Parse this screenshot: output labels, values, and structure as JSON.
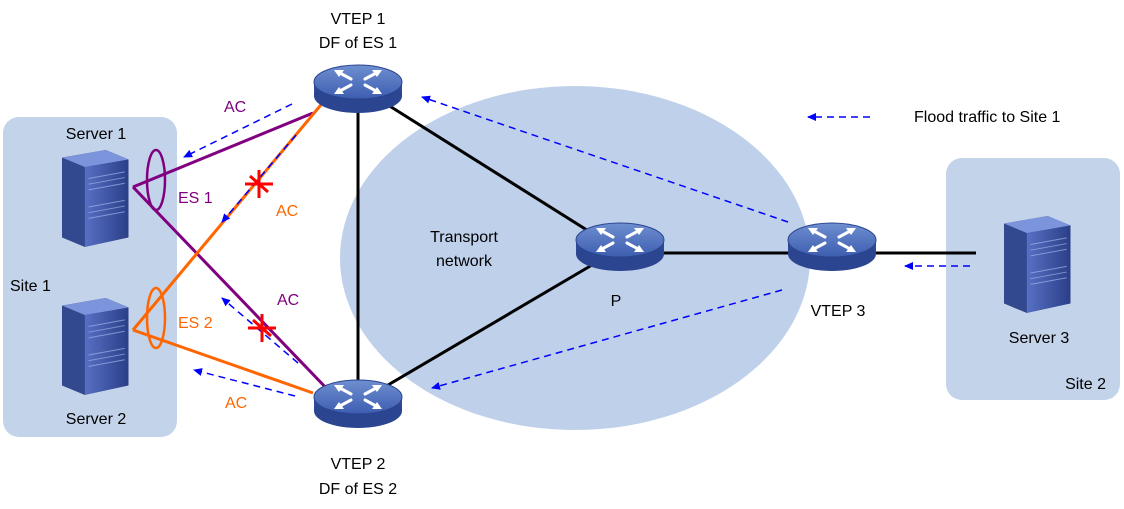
{
  "colors": {
    "site_bg": "#c3d3ea",
    "cloud_bg": "#bfd0ea",
    "purple": "#800080",
    "orange": "#ff6600",
    "black": "#000000",
    "blue_arrow": "#0000ff",
    "red_x": "#ff0000",
    "device_blue": "#3b5aa8"
  },
  "legend": {
    "label": "Flood traffic to Site 1"
  },
  "cloud": {
    "label_line1": "Transport",
    "label_line2": "network"
  },
  "sites": {
    "site1": {
      "label": "Site 1"
    },
    "site2": {
      "label": "Site 2"
    }
  },
  "servers": {
    "server1": {
      "label": "Server 1"
    },
    "server2": {
      "label": "Server 2"
    },
    "server3": {
      "label": "Server 3"
    }
  },
  "devices": {
    "vtep1": {
      "label_line1": "VTEP 1",
      "label_line2": "DF of ES 1"
    },
    "vtep2": {
      "label_line1": "VTEP 2",
      "label_line2": "DF of ES 2"
    },
    "vtep3": {
      "label": "VTEP 3"
    },
    "p": {
      "label": "P"
    }
  },
  "links": {
    "ac_labels": [
      "AC",
      "AC",
      "AC",
      "AC"
    ],
    "es1": "ES 1",
    "es2": "ES 2"
  }
}
